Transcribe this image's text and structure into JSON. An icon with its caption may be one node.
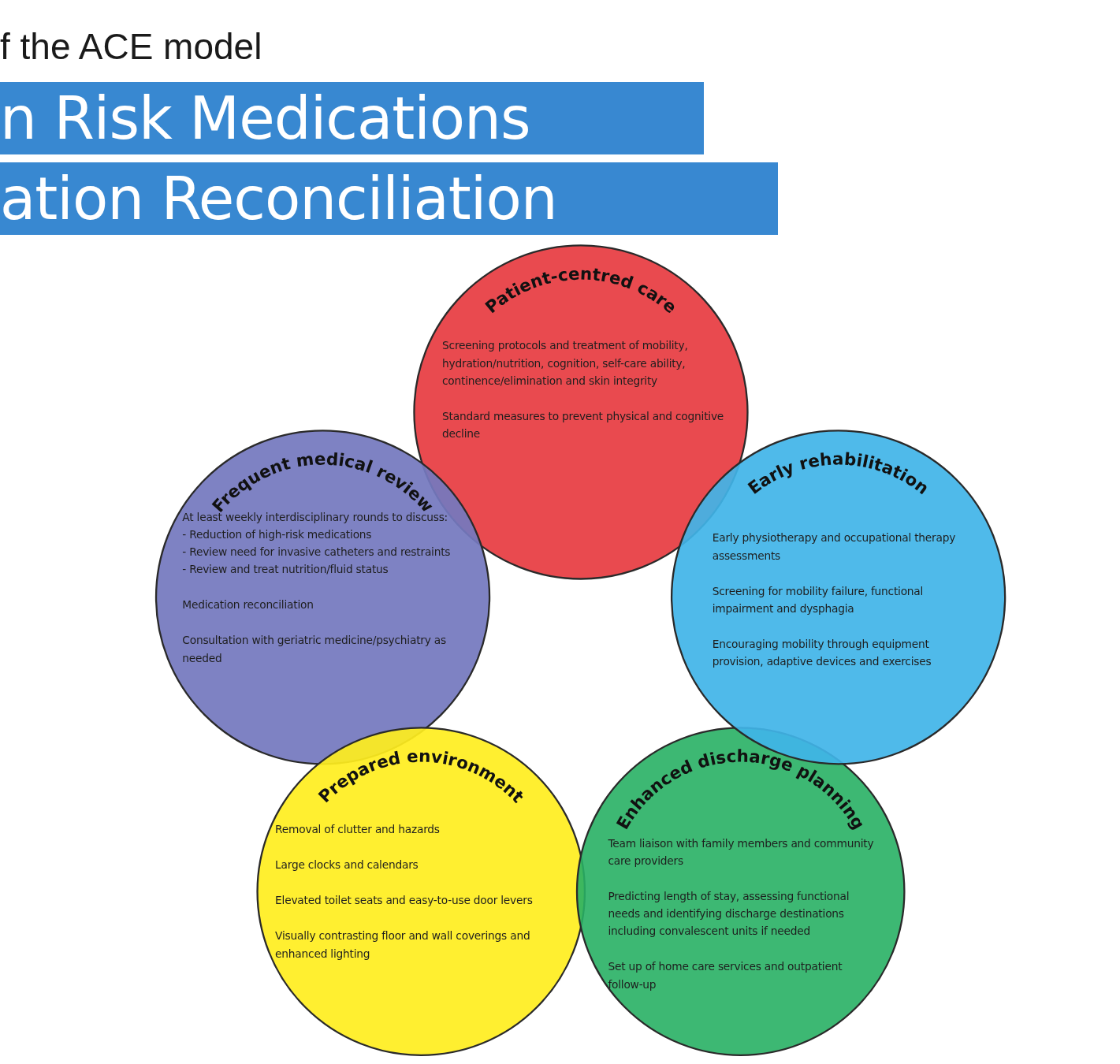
{
  "diagram": {
    "title": "f the ACE model",
    "nodes": [
      {
        "text": [
          "Patient-centred care",
          "Screening protocols and treatment of mobility, hydration/nutrition, cognition, self-care ability, continence/elimination and skin integrity",
          "Standard measures to prevent physical and cognitive decline"
        ]
      },
      {
        "text": [
          "n Risk Medications"
        ]
      },
      {
        "text": [
          "Frequent medical review",
          "At least weekly interdisciplinary rounds to discuss:",
          "- Reduction of high-risk medications",
          "- Review need for invasive catheters and restraints",
          "- Review and treat nutrition/fluid status",
          "Medication reconciliation",
          "Consultation with geriatric medicine/psychiatry as needed"
        ]
      },
      {
        "text": [
          "ation Reconciliation"
        ]
      },
      {
        "text": [
          "Early rehabilitation",
          "Early physiotherapy and occupational therapy assessments",
          "Screening for mobility failure, functional impairment and dysphagia",
          "Encouraging mobility through equipment provision, adaptive devices and exercises"
        ]
      },
      {
        "text": [
          "Prepared environment",
          "Removal of clutter and hazards",
          "Large clocks and calendars",
          "Elevated toilet seats and easy-to-use door levers",
          "Visually contrasting floor and wall coverings and enhanced lighting"
        ]
      },
      {
        "text": [
          "Enhanced discharge planning",
          "Team liaison with family members and community care providers",
          "Predicting length of stay, assessing functional needs and identifying discharge destinations including convalescent units if needed",
          "Set up of home care services and outpatient follow-up"
        ]
      }
    ]
  }
}
